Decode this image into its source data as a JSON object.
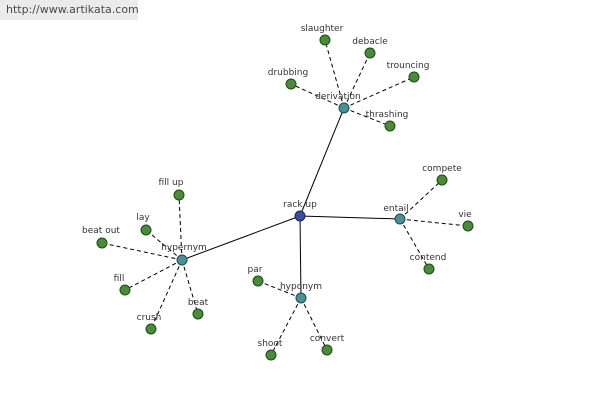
{
  "watermark": "http://www.artikata.com",
  "graph": {
    "root": {
      "id": "rack-up",
      "label": "rack up"
    },
    "hubs": [
      {
        "id": "derivation",
        "label": "derivation",
        "leaves": [
          "slaughter",
          "debacle",
          "trouncing",
          "drubbing",
          "thrashing"
        ]
      },
      {
        "id": "entail",
        "label": "entail",
        "leaves": [
          "compete",
          "vie",
          "contend"
        ]
      },
      {
        "id": "hypernym",
        "label": "hypernym",
        "leaves": [
          "fill up",
          "lay",
          "beat out",
          "fill",
          "crush",
          "beat"
        ]
      },
      {
        "id": "hyponym",
        "label": "hyponym",
        "leaves": [
          "par",
          "shoot",
          "convert"
        ]
      }
    ]
  }
}
